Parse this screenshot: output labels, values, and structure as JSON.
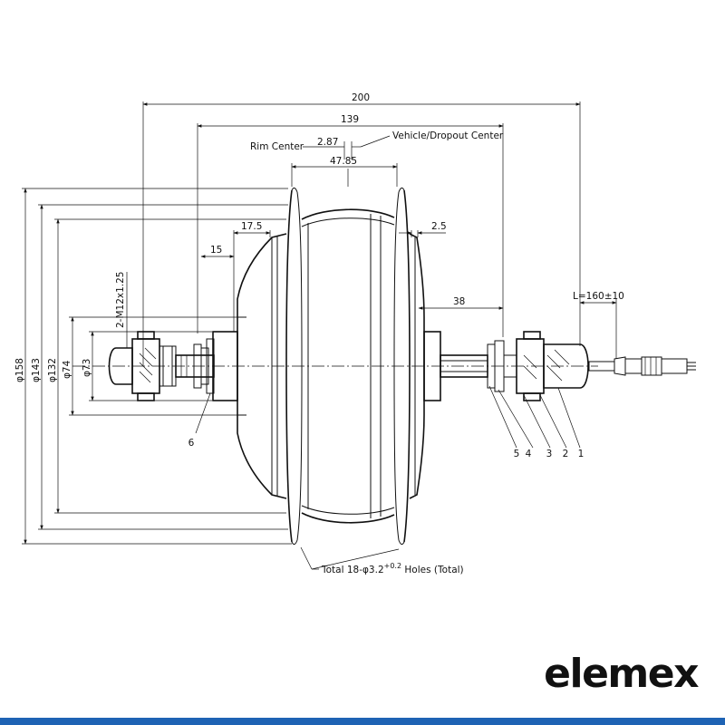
{
  "dimensions": {
    "overall_width": "200",
    "flange_span": "139",
    "rim_center_label": "Rim Center",
    "rim_offset": "2.87",
    "dropout_center_label": "Vehicle/Dropout Center",
    "spoke_flange_spacing": "47.85",
    "left_step": "17.5",
    "left_axle": "15",
    "right_step": "2.5",
    "right_axle": "38",
    "cable_length": "L=160±10",
    "thread": "2-M12x1.25",
    "dia_158": "φ158",
    "dia_143": "φ143",
    "dia_132": "φ132",
    "dia_74": "φ74",
    "dia_73": "φ73",
    "holes_note": "Total 18-φ3.2",
    "holes_tol": "+0.2",
    "holes_suffix": " Holes (Total)"
  },
  "parts": {
    "p1": "1",
    "p2": "2",
    "p3": "3",
    "p4": "4",
    "p5": "5",
    "p6": "6"
  },
  "brand": {
    "logo": "elemex",
    "band_color": "#1e63b4"
  }
}
